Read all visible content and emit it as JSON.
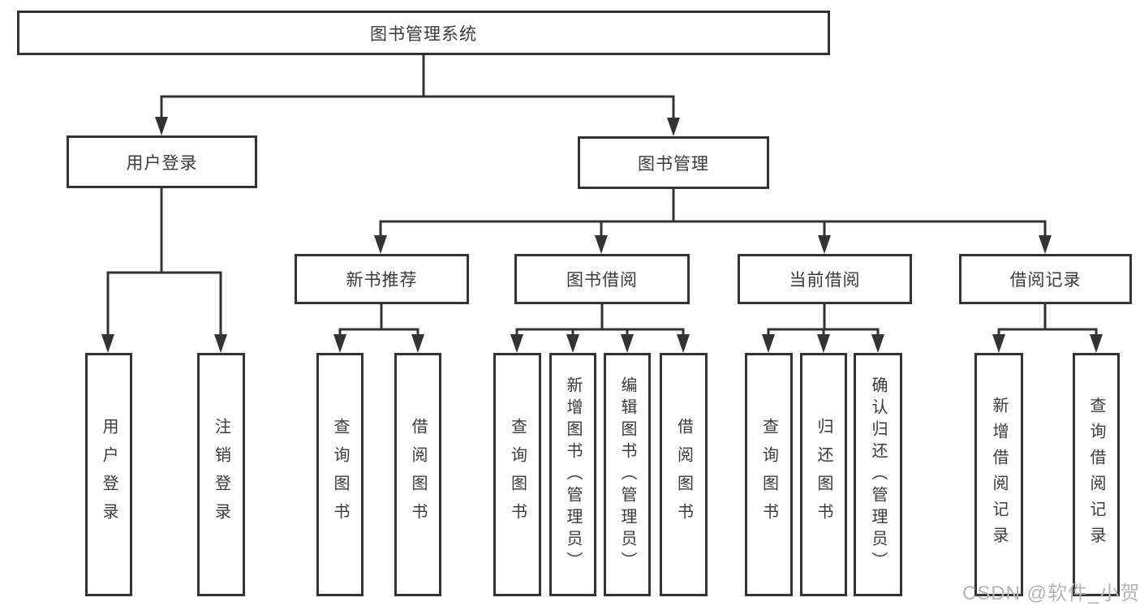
{
  "diagram_type": "hierarchy-tree",
  "tree": {
    "label": "图书管理系统",
    "children": [
      {
        "label": "用户登录",
        "children": [
          {
            "label": "用户登录"
          },
          {
            "label": "注销登录"
          }
        ]
      },
      {
        "label": "图书管理",
        "children": [
          {
            "label": "新书推荐",
            "children": [
              {
                "label": "查询图书"
              },
              {
                "label": "借阅图书"
              }
            ]
          },
          {
            "label": "图书借阅",
            "children": [
              {
                "label": "查询图书"
              },
              {
                "label": "新增图书（管理员）"
              },
              {
                "label": "编辑图书（管理员）"
              },
              {
                "label": "借阅图书"
              }
            ]
          },
          {
            "label": "当前借阅",
            "children": [
              {
                "label": "查询图书"
              },
              {
                "label": "归还图书"
              },
              {
                "label": "确认归还（管理员）"
              }
            ]
          },
          {
            "label": "借阅记录",
            "children": [
              {
                "label": "新增借阅记录"
              },
              {
                "label": "查询借阅记录"
              }
            ]
          }
        ]
      }
    ]
  },
  "watermark": {
    "text": "CSDN @软件_小贺同学",
    "color": "#b4b4b4"
  },
  "colors": {
    "line": "#333333",
    "box_border": "#333333",
    "text": "#3a3a3a",
    "background": "#ffffff"
  }
}
